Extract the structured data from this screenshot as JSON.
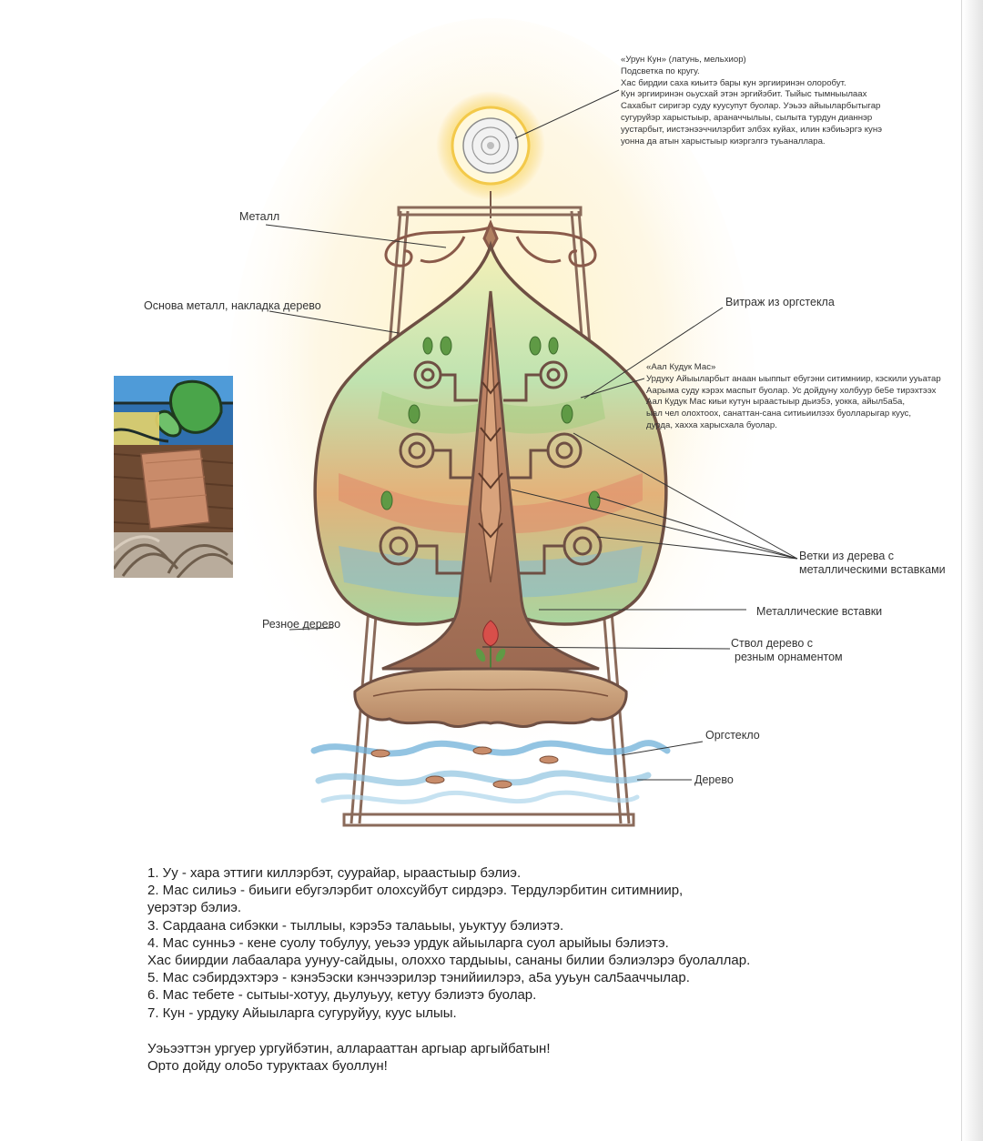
{
  "sun_note": {
    "lines": [
      "«Урун Кун» (латунь, мельхиор)",
      "Подсветка по кругу.",
      "Хас бирдии саха киьитэ бары кун эргииринэн олоробут.",
      "Кун эргииринэн оьусхай этэн эргийэбит. Тыйыс тымныылаах",
      "Сахабыт сиригэр суду куусупут буолар. Уэьээ айыыларбытыгар",
      "сугуруйэр харыстыыр, араначчылыы, сылыта турдун дианнэр",
      "уустарбыт, иистэнээччилэрбит элбэх куйах, илин кэбиьэргэ кунэ",
      "уонна да атын харыстыыр киэргэлгэ туьаналлара."
    ]
  },
  "tree_note": {
    "lines": [
      "«Аал Кудук Мас»",
      "Урдуку Айыыларбыт анаан ыыппыт ебугэни ситимниир, кэскили ууьатар",
      "Аарыма суду кэрэх маспыт буолар. Ус дойдуну холбуур бе5е тирэхтээх",
      "Аал Кудук Мас киьи кутун ыраастыыр дьиэ5э, уокка, айыл5а5а,",
      "ыал чел олохтоох, санаттан-сана ситиьиилээх буолларыгар куус,",
      "дурда, хахха харысхала буолар."
    ]
  },
  "labels": {
    "metal": "Металл",
    "base": "Основа металл, накладка дерево",
    "stained_glass": "Витраж из оргстекла",
    "branches_line1": "Ветки из дерева с",
    "branches_line2": "металлическими вставками",
    "metal_inserts": "Металлические вставки",
    "carved_wood": "Резное дерево",
    "trunk_line1": "Ствол дерево с",
    "trunk_line2": "резным орнаментом",
    "plexiglass": "Оргстекло",
    "wood": "Дерево"
  },
  "photos": [
    {
      "name": "stained-glass-sample",
      "color": "#2f6fae"
    },
    {
      "name": "wood-board-sample",
      "color": "#6e4a32"
    },
    {
      "name": "carved-wood-sample",
      "color": "#b9ac9c"
    }
  ],
  "notes": [
    "1. Уу - хара эттиги киллэрбэт, суурайар, ыраастыыр бэлиэ.",
    "2. Мас силиьэ - биьиги ебугэлэрбит олохсуйбут сирдэрэ. Тердулэрбитин ситимниир,",
    "уерэтэр бэлиэ.",
    "3. Сардаана сибэкки - тыллыы, кэрэ5э талаьыы, уьуктуу бэлиэтэ.",
    "4. Мас сунньэ - кене суолу тобулуу, уеьээ урдук айыыларга суол арыйыы бэлиэтэ.",
    "Хас биирдии лабаалара уунуу-сайдыы, олоххо тардыыы, сананы билии бэлиэлэрэ буолаллар.",
    "5. Мас сэбирдэхтэрэ - кэнэ5эски кэнчээрилэр тэнийиилэрэ, а5а ууьун сал5ааччылар.",
    "6. Мас тебете - сытыы-хотуу, дьулуьуу, кетуу бэлиэтэ буолар.",
    "7. Кун - урдуку Айыыларга сугуруйуу, куус ылыы."
  ],
  "closing": [
    "Уэьээттэн ургуер ургуйбэтин, алларааттан аргыар аргыйбатын!",
    "Орто дойду оло5о туруктаах буоллун!"
  ],
  "colors": {
    "frame": "#8a6a5a",
    "sun": "#f2d34a",
    "glass_blue": "#8fc3e0",
    "wood": "#b27a55",
    "leaf_green": "#6aa84f"
  }
}
